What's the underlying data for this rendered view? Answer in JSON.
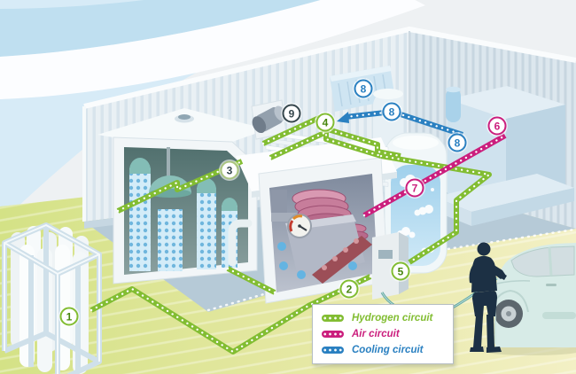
{
  "figure": {
    "description": "Isometric cutaway illustration of a containerized hydrogen fuel cell system: hydrogen cylinder rack, metal-hydride storage room, fuel cell stack room, heat exchanger, humidifier tank, cooling radiators, dispenser, and a person refueling a car"
  },
  "colors": {
    "hydrogen": "#82bd32",
    "air": "#cb1e7d",
    "cooling": "#2a80c1",
    "marker-dark": "#36474d",
    "marker-green-text": "#47860f",
    "marker3-ring": "#a9c47f",
    "silhouette": "#1c3044",
    "hose": "#64aaa4",
    "car-body": "#d7ebe7",
    "floor": "#b6cad7",
    "ground-left": "#d4e286",
    "ground-right": "#f3f0c5",
    "sky": "#d7ebf7"
  },
  "legend": {
    "items": [
      {
        "id": "hydrogen",
        "label": "Hydrogen circuit"
      },
      {
        "id": "air",
        "label": "Air circuit"
      },
      {
        "id": "cooling",
        "label": "Cooling circuit"
      }
    ]
  },
  "markers": [
    {
      "label": "1",
      "circuit": "hydrogen"
    },
    {
      "label": "2",
      "circuit": "hydrogen"
    },
    {
      "label": "3",
      "circuit": "neutral"
    },
    {
      "label": "4",
      "circuit": "hydrogen"
    },
    {
      "label": "5",
      "circuit": "hydrogen"
    },
    {
      "label": "6",
      "circuit": "air"
    },
    {
      "label": "7",
      "circuit": "air"
    },
    {
      "label": "8",
      "circuit": "cooling"
    },
    {
      "label": "8",
      "circuit": "cooling"
    },
    {
      "label": "8",
      "circuit": "cooling"
    },
    {
      "label": "9",
      "circuit": "neutral"
    }
  ]
}
